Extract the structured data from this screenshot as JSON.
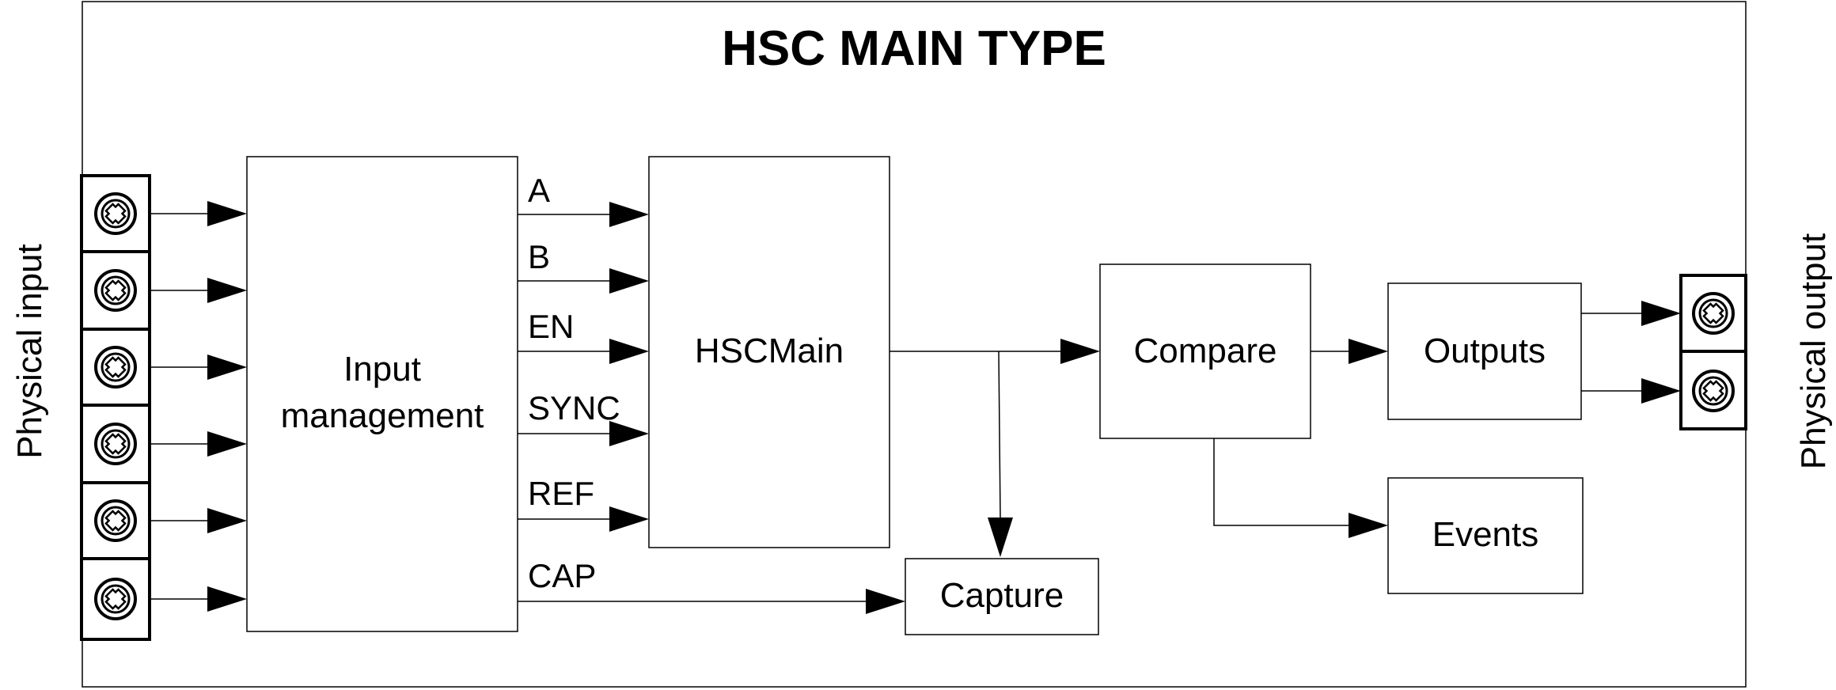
{
  "title": "HSC MAIN TYPE",
  "side_labels": {
    "input": "Physical input",
    "output": "Physical output"
  },
  "blocks": {
    "input_management": [
      "Input",
      "management"
    ],
    "hsc_main": "HSCMain",
    "compare": "Compare",
    "outputs": "Outputs",
    "events": "Events",
    "capture": "Capture"
  },
  "signals": {
    "a": "A",
    "b": "B",
    "en": "EN",
    "sync": "SYNC",
    "ref": "REF",
    "cap": "CAP"
  },
  "terminals": {
    "input_count": 6,
    "output_count": 2,
    "icon": "terminal-screw-icon"
  }
}
